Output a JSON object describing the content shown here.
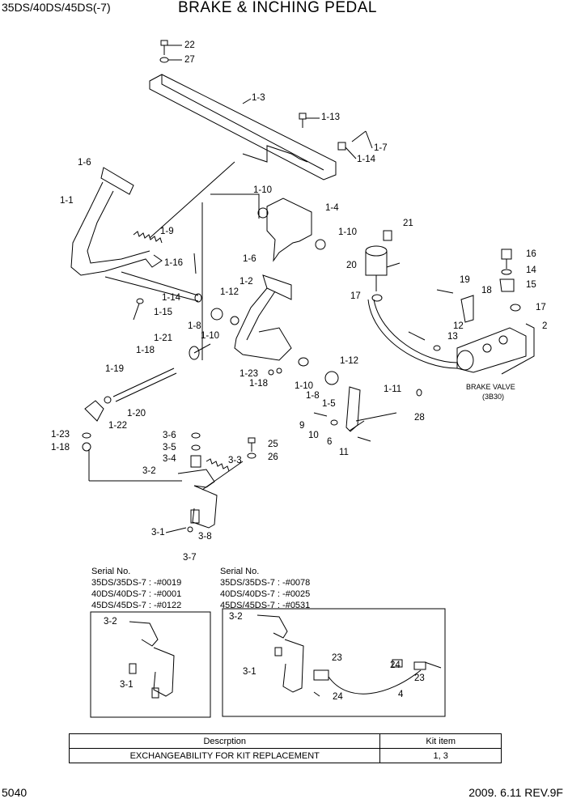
{
  "header": {
    "models": "35DS/40DS/45DS(-7)",
    "title": "BRAKE & INCHING PEDAL"
  },
  "callouts": [
    "22",
    "27",
    "1-3",
    "1-13",
    "1-7",
    "1-14",
    "1-6",
    "1-1",
    "1-9",
    "1-10",
    "1-4",
    "1-10",
    "1-16",
    "1-14",
    "1-15",
    "1-6",
    "1-2",
    "1-12",
    "1-8",
    "1-10",
    "1-21",
    "1-18",
    "1-19",
    "1-23",
    "1-18",
    "1-20",
    "1-22",
    "1-23",
    "1-18",
    "21",
    "20",
    "17",
    "19",
    "18",
    "16",
    "14",
    "15",
    "17",
    "2",
    "12",
    "13",
    "1-12",
    "1-11",
    "1-5",
    "1-8",
    "1-10",
    "9",
    "10",
    "6",
    "11",
    "28",
    "3-6",
    "3-5",
    "3-4",
    "3-3",
    "3-2",
    "25",
    "26",
    "3-1",
    "3-8",
    "3-7",
    "3-2",
    "3-1",
    "3-2",
    "3-1",
    "23",
    "24",
    "23",
    "24",
    "4"
  ],
  "brake_valve": {
    "line1": "BRAKE VALVE",
    "line2": "(3B30)"
  },
  "serial_left": {
    "heading": "Serial No.",
    "lines": [
      "35DS/35DS-7 : -#0019",
      "40DS/40DS-7 : -#0001",
      "45DS/45DS-7 : -#0122"
    ]
  },
  "serial_right": {
    "heading": "Serial No.",
    "lines": [
      "35DS/35DS-7 : -#0078",
      "40DS/40DS-7 : -#0025",
      "45DS/45DS-7 : -#0531"
    ]
  },
  "kit_table": {
    "headers": [
      "Descrption",
      "Kit item"
    ],
    "rows": [
      [
        "EXCHANGEABILITY FOR KIT REPLACEMENT",
        "1, 3"
      ]
    ]
  },
  "footer": {
    "page": "5040",
    "revision": "2009. 6.11  REV.9F"
  }
}
